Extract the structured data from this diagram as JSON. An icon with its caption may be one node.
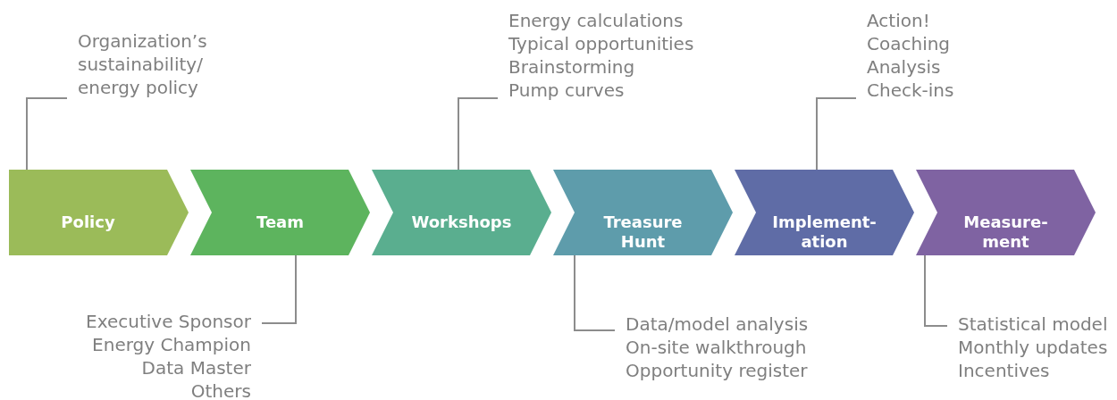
{
  "diagram": {
    "nodes": [
      {
        "text": [
          "Policy"
        ]
      },
      {
        "text": [
          "Team"
        ]
      },
      {
        "text": [
          "Workshops"
        ]
      },
      {
        "text": [
          "Treasure Hunt"
        ]
      },
      {
        "text": [
          "Implement- ation"
        ]
      },
      {
        "text": [
          "Measure- ment"
        ]
      },
      {
        "text": [
          "Organization’s sustainability/ energy policy"
        ]
      },
      {
        "text": [
          "Executive Sponsor",
          "Energy Champion",
          "Data Master",
          "Others"
        ]
      },
      {
        "text": [
          "Energy calculations",
          "Typical opportunities",
          "Brainstorming",
          "Pump curves"
        ]
      },
      {
        "text": [
          "Data/model analysis",
          "On-site walkthrough",
          "Opportunity register"
        ]
      },
      {
        "text": [
          "Action!",
          "Coaching",
          "Analysis",
          "Check-ins"
        ]
      },
      {
        "text": [
          "Statistical model",
          "Monthly updates",
          "Incentives"
        ]
      }
    ],
    "edges": [
      {
        "from": 6,
        "to": 0,
        "arrow": "none"
      },
      {
        "from": 7,
        "to": 1,
        "arrow": "none"
      },
      {
        "from": 8,
        "to": 2,
        "arrow": "none"
      },
      {
        "from": 9,
        "to": 3,
        "arrow": "none"
      },
      {
        "from": 10,
        "to": 4,
        "arrow": "none"
      },
      {
        "from": 11,
        "to": 5,
        "arrow": "none"
      }
    ]
  }
}
